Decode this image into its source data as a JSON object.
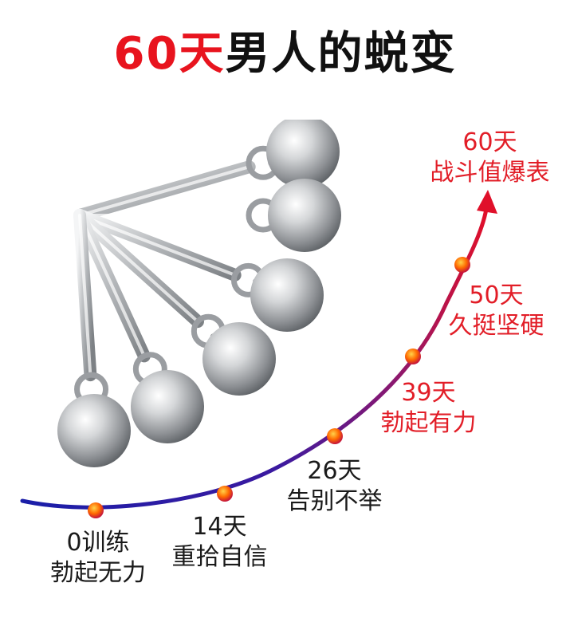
{
  "title": {
    "highlight": "60天",
    "rest": "男人的蜕变"
  },
  "colors": {
    "accent": "#e8141e",
    "curve_start": "#1a1ea8",
    "curve_end": "#e0102a",
    "marker": "#ff6a00"
  },
  "milestones": [
    {
      "line1": "0训练",
      "line2": "勃起无力"
    },
    {
      "line1": "14天",
      "line2": "重拾自信"
    },
    {
      "line1": "26天",
      "line2": "告别不举"
    },
    {
      "line1": "39天",
      "line2": "勃起有力"
    },
    {
      "line1": "50天",
      "line2": "久挺坚硬"
    },
    {
      "line1": "60天",
      "line2": "战斗值爆表"
    }
  ],
  "product_image": {
    "description_icon": "metal-ball-weights-icon"
  }
}
